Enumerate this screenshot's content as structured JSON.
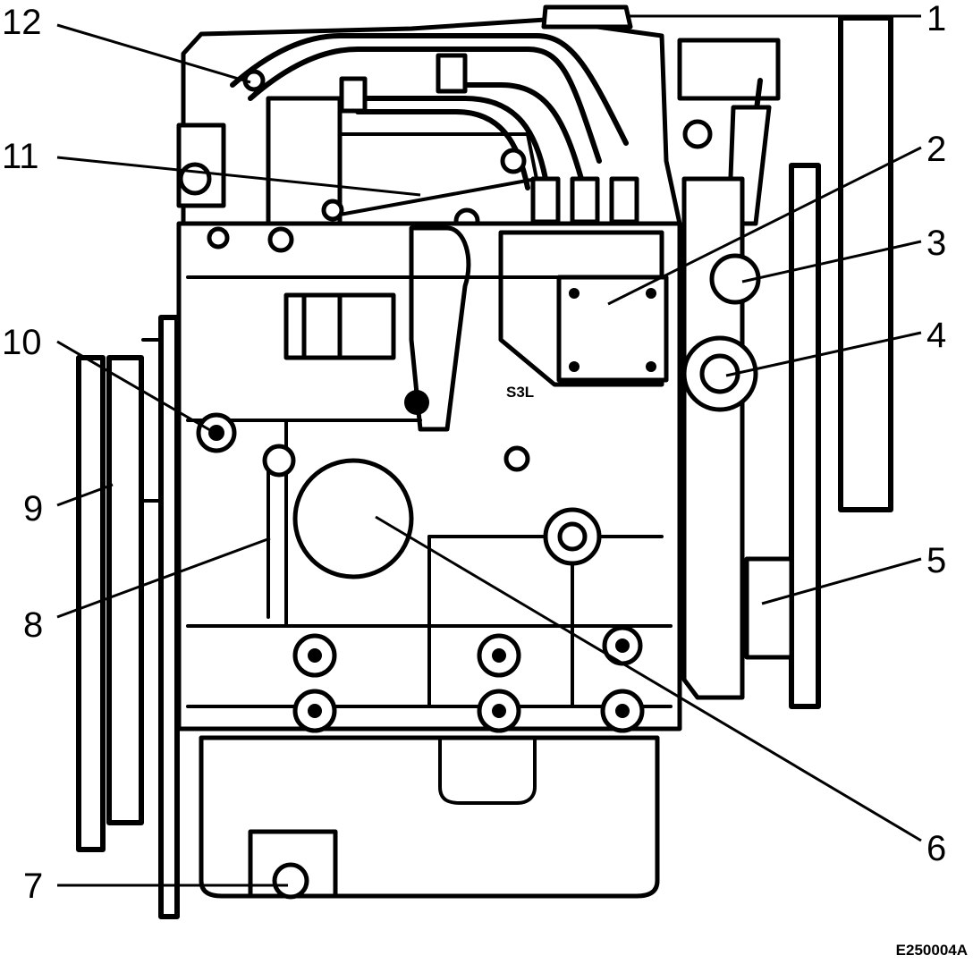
{
  "figure_code": "E250004A",
  "callouts": [
    {
      "label": "1"
    },
    {
      "label": "2"
    },
    {
      "label": "3"
    },
    {
      "label": "4"
    },
    {
      "label": "5"
    },
    {
      "label": "6"
    },
    {
      "label": "7"
    },
    {
      "label": "8"
    },
    {
      "label": "9"
    },
    {
      "label": "10"
    },
    {
      "label": "11"
    },
    {
      "label": "12"
    }
  ],
  "block_marking": "S3L"
}
